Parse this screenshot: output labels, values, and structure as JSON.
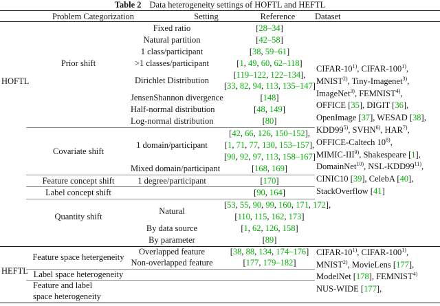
{
  "title": {
    "label": "Table 2",
    "text": "Data heterogeneity settings of HOFTL and HEFTL"
  },
  "header": {
    "problem": "Problem Categorization",
    "setting": "Setting",
    "reference": "Reference",
    "dataset": "Dataset"
  },
  "groups": {
    "hoftl": "HOFTL",
    "heftl": "HEFTL"
  },
  "categories": {
    "prior_shift": "Prior shift",
    "covariate_shift": "Covariate shift",
    "feature_concept_shift": "Feature concept shift",
    "label_concept_shift": "Label concept shift",
    "quantity_shift": "Quantity shift",
    "feature_space": "Feature space hetergeneity",
    "label_space": "Label space heterogeneity",
    "feature_label_line1": "Feature and label",
    "feature_label_line2": "space heterogeneity"
  },
  "settings": {
    "fixed_ratio": "Fixed ratio",
    "natural_partition": "Natural partition",
    "one_class": "1 class/participant",
    "gt_one_class": ">1 classes/participant",
    "dirichlet": "Dirichlet Distribution",
    "jensen": "JensenShannon divergence",
    "half_normal": "Half-normal distribution",
    "log_normal": "Log-normal distribution",
    "one_domain": "1 domain/participant",
    "mixed_domain": "Mixed domain/participant",
    "one_degree": "1 degree/participant",
    "natural": "Natural",
    "by_data_source": "By data source",
    "by_parameter": "By parameter",
    "overlapped": "Overlapped feature",
    "non_overlapped": "Non-overlapped feature"
  },
  "references": {
    "fixed_ratio": "[28–34]",
    "natural_partition": "[42–58]",
    "one_class": "[38, 59–61]",
    "gt_one_class": "[1, 49, 60, 62–118]",
    "dirichlet_1": "[119–122, 122–134],",
    "dirichlet_2": "[33, 82, 94, 113, 135–147]",
    "jensen": "[148]",
    "half_normal": "[48, 149]",
    "log_normal": "[80]",
    "one_domain_1": "[42, 66, 126, 150–152],",
    "one_domain_2": "[1, 71, 77, 130, 153–157],",
    "one_domain_3": "[90, 92, 97, 113, 158–167]",
    "mixed_domain": "[168, 169]",
    "one_degree": "[170]",
    "label_concept": "[90, 164]",
    "natural_1": "[53, 55, 90, 99, 160, 171, 172],",
    "natural_2": "[110, 115, 162, 173]",
    "by_data_source": "[1, 62, 126, 158]",
    "by_parameter": "[89]",
    "overlapped": "[38, 88, 134, 174–176]",
    "non_overlapped": "[177, 179–182]"
  },
  "datasets": {
    "hoftl": [
      "CIFAR-10^{1)}, CIFAR-100^{1)},",
      "MNIST^{2)}, Tiny-Imagenet^{3)},",
      "ImageNet^{3)}, FEMNIST^{4)},",
      "OFFICE [35], DIGIT [36],",
      "OpenImage [37], WESAD [38],",
      "KDD99^{5)}, SVHN^{6)}, HAR^{7)},",
      "OFFICE-Caltech 10^{8)},",
      "MIMIC-III^{9)}, Shakespeare [1],",
      "DomainNet^{10)}, NSL-KDD99^{11)},",
      "CINIC10 [39], CelebA [40],",
      "StackOverflow [41]"
    ],
    "heftl": [
      "CIFAR-10^{1)}, CIFAR-100^{1)},",
      "MNIST^{2)}, MovieLens [177],",
      "ModelNet [178], FEMNIST^{4)}",
      "NUS-WIDE [177],"
    ]
  },
  "colors": {
    "citation_green": "#00b400",
    "rule_thin": "#8c8c8c",
    "rule_thick": "#1c1c1c"
  }
}
